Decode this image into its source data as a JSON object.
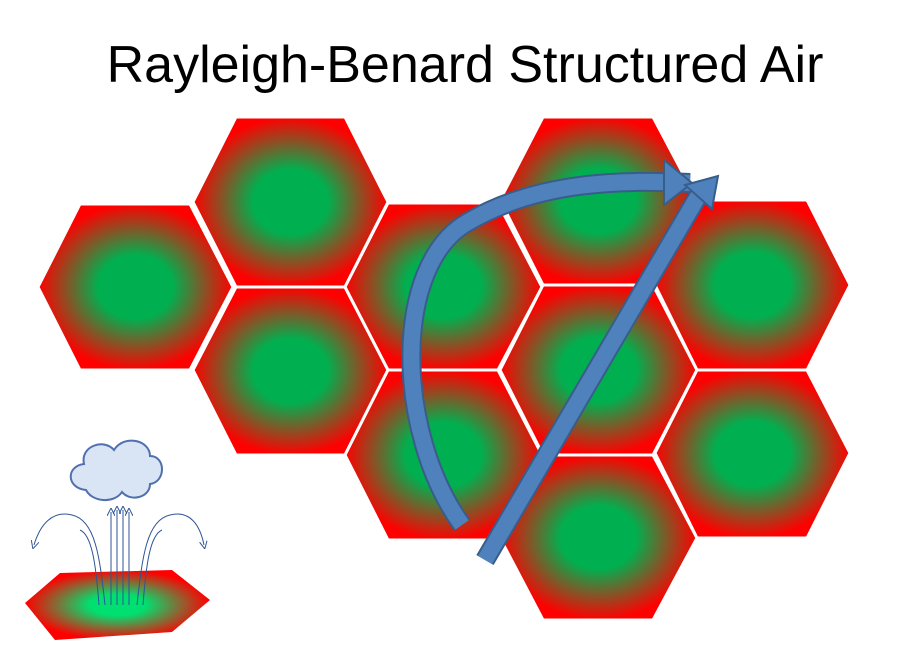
{
  "slide": {
    "title": "Rayleigh-Benard Structured Air"
  },
  "colors": {
    "cell_edge": "#ff0000",
    "cell_center": "#00b050",
    "cell_border": "#ffffff",
    "arrow_fill": "#4f81bd",
    "arrow_stroke": "#385d8a",
    "cloud_fill": "#d9e5f5",
    "cloud_stroke": "#4f6fae",
    "flow_line": "#2f5597"
  },
  "cells": [
    {
      "name": "hex-cell-1"
    },
    {
      "name": "hex-cell-2"
    },
    {
      "name": "hex-cell-3"
    },
    {
      "name": "hex-cell-4"
    },
    {
      "name": "hex-cell-5"
    },
    {
      "name": "hex-cell-6"
    },
    {
      "name": "hex-cell-7"
    },
    {
      "name": "hex-cell-8"
    },
    {
      "name": "hex-cell-9"
    },
    {
      "name": "hex-cell-10"
    }
  ]
}
